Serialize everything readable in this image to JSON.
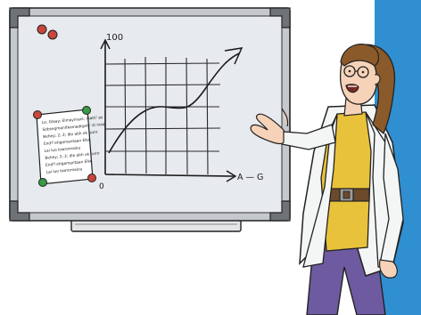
{
  "chart": {
    "y_top_label": "100",
    "x_end_label": "A — G",
    "origin_label": "0"
  },
  "note": {
    "lines": [
      "Lo; Glaay; Elmaymanl; matti' as",
      "Sobsegmanitkamadigats' st inaa",
      "Behey; 2; 2; dlo abh ok tomr",
      "End'f etigamantaan Elke",
      "Lai luo  lowrornaiou",
      "Behey; 2; 2; dlo abh ok tomr",
      "End'f etigamantaan Elke",
      "Lai luo  lowrornaiou"
    ]
  },
  "colors": {
    "sky_blue": "#2f8fd1",
    "board_surface": "#e7eaee",
    "frame_silver": "#c5c9ce",
    "frame_corner": "#6f7378",
    "magnet_red": "#c8463a",
    "magnet_green": "#3a9a45",
    "shirt_yellow": "#e9c23b",
    "coat_white": "#f4f6f6",
    "pants_purple": "#6d5aa0",
    "hair_brown": "#8a5a2b",
    "skin": "#f6d3b8"
  },
  "icons": [
    "magnet-red",
    "magnet-green"
  ]
}
